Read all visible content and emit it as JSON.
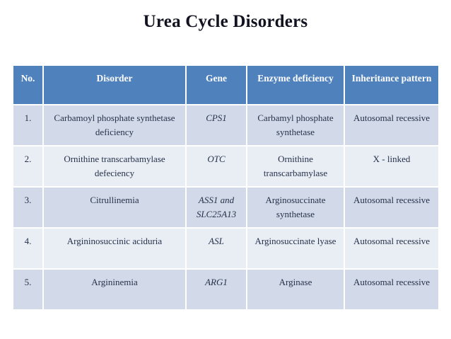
{
  "slide": {
    "title": "Urea Cycle Disorders"
  },
  "theme": {
    "page_bg": "#ffffff",
    "title_color": "#121220",
    "header_bg": "#4f81bd",
    "header_text": "#ffffff",
    "band_row_bg": "#d2d9e8",
    "alt_row_bg": "#e9edf4",
    "body_text": "#26324b"
  },
  "table": {
    "columns": [
      "No.",
      "Disorder",
      "Gene",
      "Enzyme deficiency",
      "Inheritance pattern"
    ],
    "rows": [
      {
        "no": "1.",
        "disorder": "Carbamoyl phosphate synthetase deficiency",
        "gene": "CPS1",
        "enzyme": "Carbamyl phosphate synthetase",
        "inheritance": "Autosomal recessive"
      },
      {
        "no": "2.",
        "disorder": "Ornithine transcarbamylase defeciency",
        "gene": "OTC",
        "enzyme": "Ornithine transcarbamylase",
        "inheritance": "X - linked"
      },
      {
        "no": "3.",
        "disorder": "Citrullinemia",
        "gene": "ASS1 and SLC25A13",
        "enzyme": "Arginosuccinate synthetase",
        "inheritance": "Autosomal recessive"
      },
      {
        "no": "4.",
        "disorder": "Argininosuccinic aciduria",
        "gene": "ASL",
        "enzyme": "Arginosuccinate lyase",
        "inheritance": "Autosomal recessive"
      },
      {
        "no": "5.",
        "disorder": "Argininemia",
        "gene": "ARG1",
        "enzyme": "Arginase",
        "inheritance": "Autosomal recessive"
      }
    ]
  }
}
